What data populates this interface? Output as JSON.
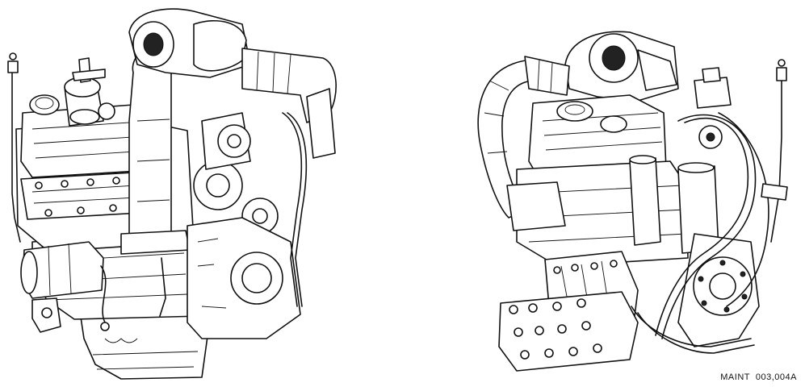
{
  "figure": {
    "caption": "MAINT  003,004A",
    "views": [
      "left-side-engine-view",
      "right-side-engine-view"
    ]
  }
}
